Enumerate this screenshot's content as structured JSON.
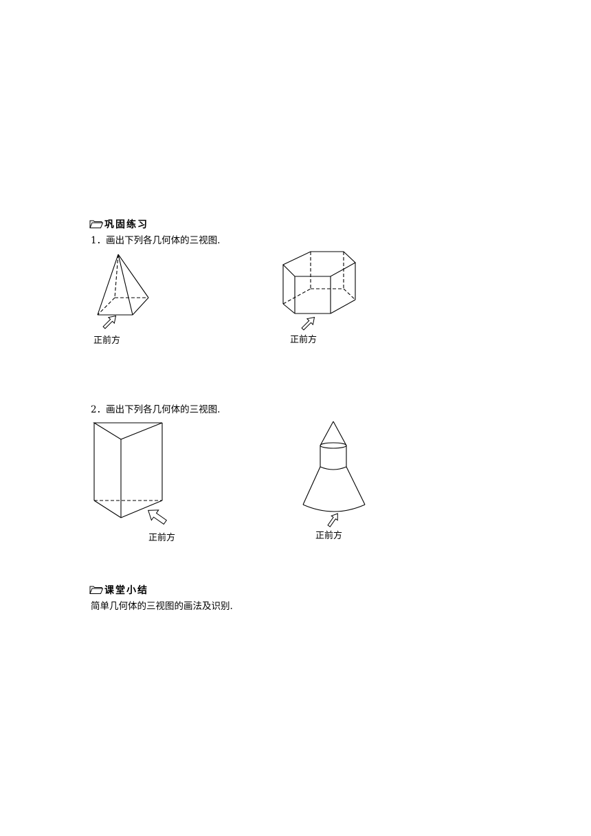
{
  "practice": {
    "title": "巩固练习",
    "icon": "folder-icon",
    "problems": [
      {
        "text": "1．画出下列各几何体的三视图.",
        "figures": [
          {
            "shape": "square-pyramid",
            "caption": "正前方"
          },
          {
            "shape": "hexagonal-prism",
            "caption": "正前方"
          }
        ]
      },
      {
        "text": "2．画出下列各几何体的三视图.",
        "figures": [
          {
            "shape": "triangular-prism",
            "caption": "正前方"
          },
          {
            "shape": "cone-cylinder-frustum",
            "caption": "正前方"
          }
        ]
      }
    ]
  },
  "summary": {
    "title": "课堂小结",
    "icon": "folder-icon",
    "text": "简单几何体的三视图的画法及识别."
  }
}
